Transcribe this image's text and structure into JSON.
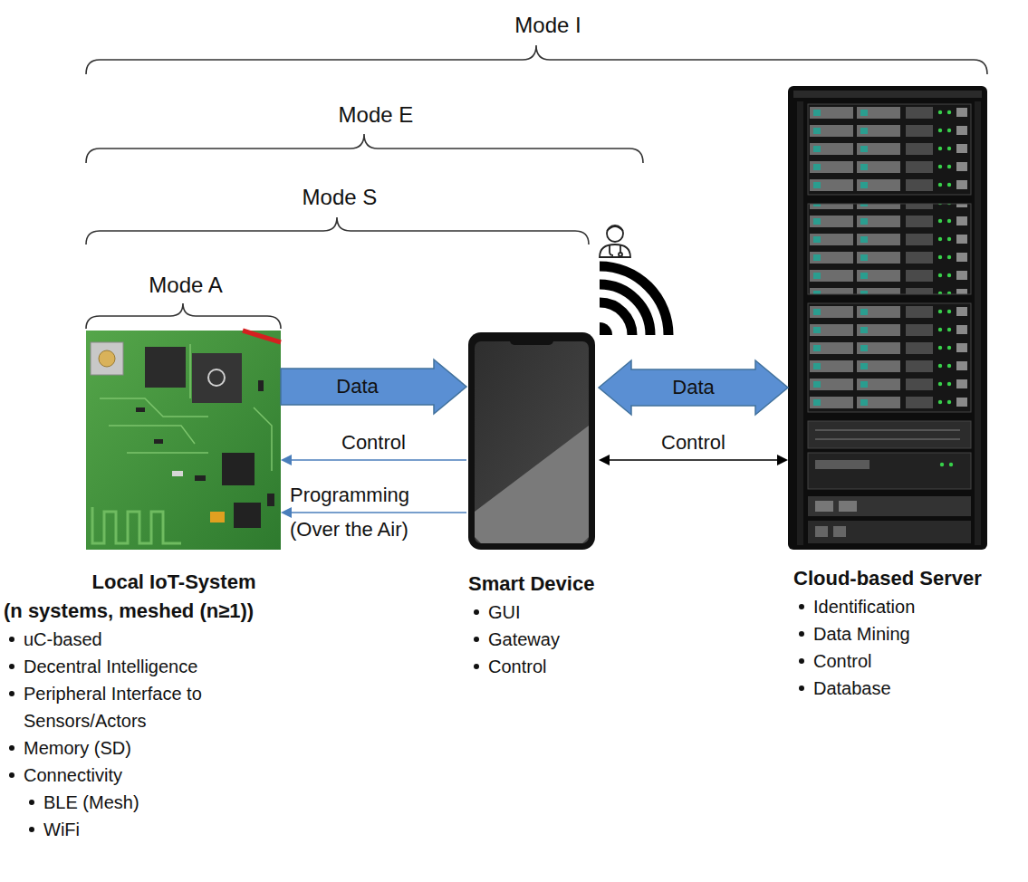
{
  "diagram": {
    "nodes": [
      {
        "text": [
          "Local IoT-System",
          "(n systems, meshed (n≥1))",
          "uC-based",
          "Decentral Intelligence",
          "Peripheral Interface to Sensors/Actors",
          "Memory (SD)",
          "Connectivity",
          "BLE (Mesh)",
          "WiFi"
        ]
      },
      {
        "text": [
          "Smart Device",
          "GUI",
          "Gateway",
          "Control"
        ]
      },
      {
        "text": [
          "Cloud-based Server",
          "Identification",
          "Data Mining",
          "Control",
          "Database"
        ]
      }
    ],
    "edges": [
      {
        "from": 0,
        "to": 1,
        "arrow": "to",
        "label": "Data"
      },
      {
        "from": 1,
        "to": 0,
        "arrow": "to",
        "label": "Control"
      },
      {
        "from": 1,
        "to": 0,
        "arrow": "to",
        "label": "Programming (Over the Air)"
      },
      {
        "from": 1,
        "to": 2,
        "arrow": "both",
        "label": "Data"
      },
      {
        "from": 1,
        "to": 2,
        "arrow": "both",
        "label": "Control"
      }
    ],
    "labels": [
      "Mode I",
      "Mode E",
      "Mode S",
      "Mode A"
    ]
  }
}
